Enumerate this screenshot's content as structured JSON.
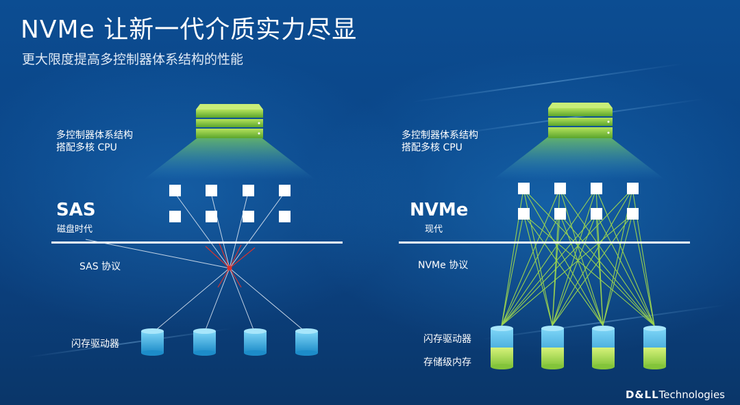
{
  "title": "NVMe 让新一代介质实力尽显",
  "subtitle": "更大限度提高多控制器体系结构的性能",
  "left": {
    "arch_line1": "多控制器体系结构",
    "arch_line2": "搭配多核 CPU",
    "heading": "SAS",
    "era": "磁盘时代",
    "protocol": "SAS 协议",
    "drives_label": "闪存驱动器"
  },
  "right": {
    "arch_line1": "多控制器体系结构",
    "arch_line2": "搭配多核 CPU",
    "heading": "NVMe",
    "era": "现代",
    "protocol": "NVMe 协议",
    "drives_label": "闪存驱动器",
    "scm_label": "存储级内存"
  },
  "logo": {
    "brand": "D&LL",
    "suffix": "Technologies"
  },
  "colors": {
    "accent_green": "#9ed34a",
    "drive_blue": "#3fb5e8",
    "sas_red": "#d9322e"
  }
}
